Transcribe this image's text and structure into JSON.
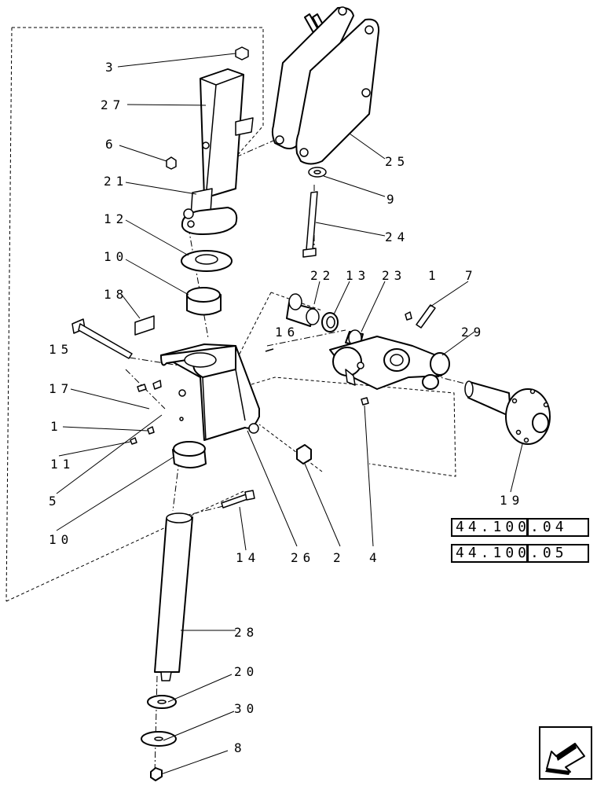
{
  "callouts": {
    "c3": "3",
    "c27": "27",
    "c6": "6",
    "c21": "21",
    "c12": "12",
    "c10a": "10",
    "c18": "18",
    "c15": "15",
    "c17": "17",
    "c1a": "1",
    "c11": "11",
    "c5": "5",
    "c10b": "10",
    "c25": "25",
    "c9": "9",
    "c24": "24",
    "c22": "22",
    "c13": "13",
    "c23": "23",
    "c1b": "1",
    "c7": "7",
    "c29": "29",
    "c16": "16",
    "c19": "19",
    "c14": "14",
    "c26": "26",
    "c2": "2",
    "c4": "4",
    "c28": "28",
    "c20": "20",
    "c30": "30",
    "c8": "8"
  },
  "references": [
    "44.100.04",
    "44.100.05"
  ],
  "nav": {
    "icon": "back-arrow-icon"
  }
}
